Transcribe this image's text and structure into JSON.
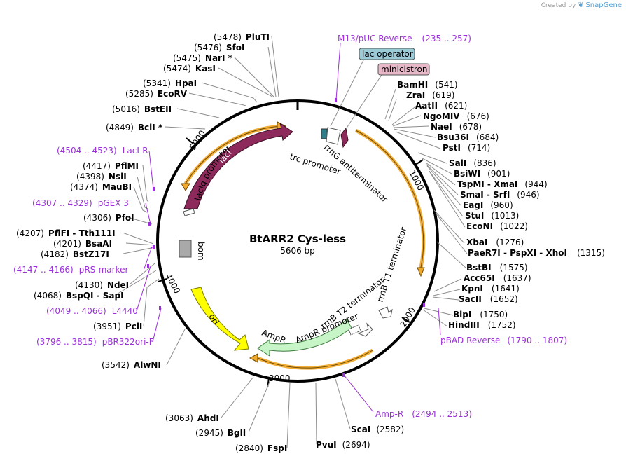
{
  "credit": {
    "prefix": "Created by",
    "brand": "SnapGene"
  },
  "plasmid": {
    "name": "BtARR2 Cys-less",
    "size": "5606 bp"
  },
  "ticks": [
    "1000",
    "2000",
    "3000",
    "4000",
    "5000"
  ],
  "features": {
    "lacI": "lacI",
    "lacIq_promoter": "lacIq promoter",
    "trc_promoter": "trc promoter",
    "rrnG": "rrnG antiterminator",
    "rrnB_T1": "rrnB T1 terminator",
    "rrnB_T2": "rrnB T2 terminator",
    "AmpR_promoter": "AmpR promoter",
    "AmpR": "AmpR",
    "ori": "ori",
    "bom": "bom"
  },
  "boxed": {
    "lac_operator": "lac operator",
    "minicistron": "minicistron"
  },
  "primers": {
    "m13": "M13/pUC Reverse",
    "m13_range": "(235 .. 257)",
    "lacIR": "LacI-R",
    "lacIR_range": "(4504 .. 4523)",
    "pgex": "pGEX 3'",
    "pgex_range": "(4307 .. 4329)",
    "prs": "pRS-marker",
    "prs_range": "(4147 .. 4166)",
    "l4440": "L4440",
    "l4440_range": "(4049 .. 4066)",
    "pbr": "pBR322ori-F",
    "pbr_range": "(3796 .. 3815)",
    "pbad": "pBAD Reverse",
    "pbad_range": "(1790 .. 1807)",
    "ampR": "Amp-R",
    "ampR_range": "(2494 .. 2513)"
  },
  "sites": {
    "PluTI": {
      "name": "PluTI",
      "pos": "(5478)"
    },
    "SfoI": {
      "name": "SfoI",
      "pos": "(5476)"
    },
    "NarI": {
      "name": "NarI *",
      "pos": "(5475)"
    },
    "KasI": {
      "name": "KasI",
      "pos": "(5474)"
    },
    "HpaI": {
      "name": "HpaI",
      "pos": "(5341)"
    },
    "EcoRV": {
      "name": "EcoRV",
      "pos": "(5285)"
    },
    "BstEII": {
      "name": "BstEII",
      "pos": "(5016)"
    },
    "BclI": {
      "name": "BclI *",
      "pos": "(4849)"
    },
    "PflMI": {
      "name": "PflMI",
      "pos": "(4417)"
    },
    "NsiI": {
      "name": "NsiI",
      "pos": "(4398)"
    },
    "MauBI": {
      "name": "MauBI",
      "pos": "(4374)"
    },
    "PfoI": {
      "name": "PfoI",
      "pos": "(4306)"
    },
    "PflFI": {
      "name": "PflFI - Tth111I",
      "pos": "(4207)"
    },
    "BsaAI": {
      "name": "BsaAI",
      "pos": "(4201)"
    },
    "BstZ17I": {
      "name": "BstZ17I",
      "pos": "(4182)"
    },
    "NdeI": {
      "name": "NdeI",
      "pos": "(4130)"
    },
    "BspQI": {
      "name": "BspQI - SapI",
      "pos": "(4068)"
    },
    "PciI": {
      "name": "PciI",
      "pos": "(3951)"
    },
    "AlwNI": {
      "name": "AlwNI",
      "pos": "(3542)"
    },
    "AhdI": {
      "name": "AhdI",
      "pos": "(3063)"
    },
    "BglI": {
      "name": "BglI",
      "pos": "(2945)"
    },
    "FspI": {
      "name": "FspI",
      "pos": "(2840)"
    },
    "PvuI": {
      "name": "PvuI",
      "pos": "(2694)"
    },
    "ScaI": {
      "name": "ScaI",
      "pos": "(2582)"
    },
    "BamHI": {
      "name": "BamHI",
      "pos": "(541)"
    },
    "ZraI": {
      "name": "ZraI",
      "pos": "(619)"
    },
    "AatII": {
      "name": "AatII",
      "pos": "(621)"
    },
    "NgoMIV": {
      "name": "NgoMIV",
      "pos": "(676)"
    },
    "NaeI": {
      "name": "NaeI",
      "pos": "(678)"
    },
    "Bsu36I": {
      "name": "Bsu36I",
      "pos": "(684)"
    },
    "PstI": {
      "name": "PstI",
      "pos": "(714)"
    },
    "SalI": {
      "name": "SalI",
      "pos": "(836)"
    },
    "BsiWI": {
      "name": "BsiWI",
      "pos": "(901)"
    },
    "TspMI": {
      "name": "TspMI - XmaI",
      "pos": "(944)"
    },
    "SmaI": {
      "name": "SmaI - SrfI",
      "pos": "(946)"
    },
    "EagI": {
      "name": "EagI",
      "pos": "(960)"
    },
    "StuI": {
      "name": "StuI",
      "pos": "(1013)"
    },
    "EcoNI": {
      "name": "EcoNI",
      "pos": "(1022)"
    },
    "XbaI": {
      "name": "XbaI",
      "pos": "(1276)"
    },
    "PaeR7I": {
      "name": "PaeR7I - PspXI - XhoI",
      "pos": "(1315)"
    },
    "BstBI": {
      "name": "BstBI",
      "pos": "(1575)"
    },
    "Acc65I": {
      "name": "Acc65I",
      "pos": "(1637)"
    },
    "KpnI": {
      "name": "KpnI",
      "pos": "(1641)"
    },
    "SacII": {
      "name": "SacII",
      "pos": "(1652)"
    },
    "BlpI": {
      "name": "BlpI",
      "pos": "(1750)"
    },
    "HindIII": {
      "name": "HindIII",
      "pos": "(1752)"
    }
  },
  "colors": {
    "lacI": "#8e2a5b",
    "AmpR": "#c8f5c8",
    "ori": "#ffff00",
    "bom": "#a9a9a9",
    "primer": "#9b30d9",
    "orf_outline": "#f0a92c",
    "lac_operator_box": "#9bcbd6",
    "minicistron_box": "#e8b7c8"
  }
}
